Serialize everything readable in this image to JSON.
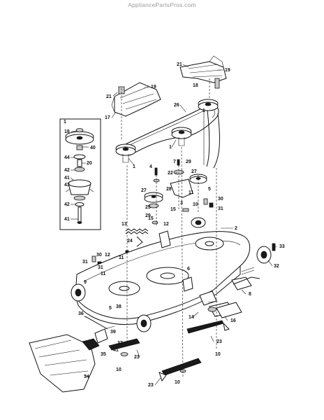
{
  "watermark": "AppliancePartsPros.com",
  "inset_callouts": [
    "1",
    "18",
    "40",
    "44",
    "20",
    "42",
    "41",
    "43",
    "42",
    "41"
  ],
  "callouts": [
    {
      "id": "c21a",
      "text": "21"
    },
    {
      "id": "c19a",
      "text": "19"
    },
    {
      "id": "c18a",
      "text": "18"
    },
    {
      "id": "c21b",
      "text": "21"
    },
    {
      "id": "c19b",
      "text": "19"
    },
    {
      "id": "c17",
      "text": "17"
    },
    {
      "id": "c26",
      "text": "26"
    },
    {
      "id": "c1a",
      "text": "1"
    },
    {
      "id": "c1b",
      "text": "1"
    },
    {
      "id": "c1c",
      "text": "1"
    },
    {
      "id": "c4",
      "text": "4"
    },
    {
      "id": "c7",
      "text": "7"
    },
    {
      "id": "c22",
      "text": "22"
    },
    {
      "id": "c29",
      "text": "29"
    },
    {
      "id": "c27a",
      "text": "27"
    },
    {
      "id": "c27b",
      "text": "27"
    },
    {
      "id": "c28",
      "text": "28"
    },
    {
      "id": "c25",
      "text": "25"
    },
    {
      "id": "c29b",
      "text": "29"
    },
    {
      "id": "c15a",
      "text": "15"
    },
    {
      "id": "c3",
      "text": "3"
    },
    {
      "id": "c15b",
      "text": "15"
    },
    {
      "id": "c11a",
      "text": "11"
    },
    {
      "id": "c10a",
      "text": "10"
    },
    {
      "id": "c5",
      "text": "5"
    },
    {
      "id": "c30a",
      "text": "30"
    },
    {
      "id": "c31a",
      "text": "31"
    },
    {
      "id": "c2",
      "text": "2"
    },
    {
      "id": "c12a",
      "text": "12"
    },
    {
      "id": "c13",
      "text": "13"
    },
    {
      "id": "c24",
      "text": "24"
    },
    {
      "id": "c12b",
      "text": "12"
    },
    {
      "id": "c11b",
      "text": "11"
    },
    {
      "id": "c30b",
      "text": "30"
    },
    {
      "id": "c31b",
      "text": "31"
    },
    {
      "id": "c11c",
      "text": "11"
    },
    {
      "id": "c6",
      "text": "6"
    },
    {
      "id": "c33",
      "text": "33"
    },
    {
      "id": "c32",
      "text": "32"
    },
    {
      "id": "c9",
      "text": "9"
    },
    {
      "id": "c31c",
      "text": "31"
    },
    {
      "id": "c8",
      "text": "8"
    },
    {
      "id": "c5b",
      "text": "5"
    },
    {
      "id": "c38",
      "text": "38"
    },
    {
      "id": "c36",
      "text": "36"
    },
    {
      "id": "c14",
      "text": "14"
    },
    {
      "id": "c16",
      "text": "16"
    },
    {
      "id": "c39",
      "text": "39"
    },
    {
      "id": "c37",
      "text": "37"
    },
    {
      "id": "c41",
      "text": "41"
    },
    {
      "id": "c35",
      "text": "35"
    },
    {
      "id": "c23a",
      "text": "23"
    },
    {
      "id": "c34",
      "text": "34"
    },
    {
      "id": "c10b",
      "text": "10"
    },
    {
      "id": "c23b",
      "text": "23"
    },
    {
      "id": "c10c",
      "text": "10"
    },
    {
      "id": "c23c",
      "text": "23"
    },
    {
      "id": "c10d",
      "text": "10"
    }
  ]
}
